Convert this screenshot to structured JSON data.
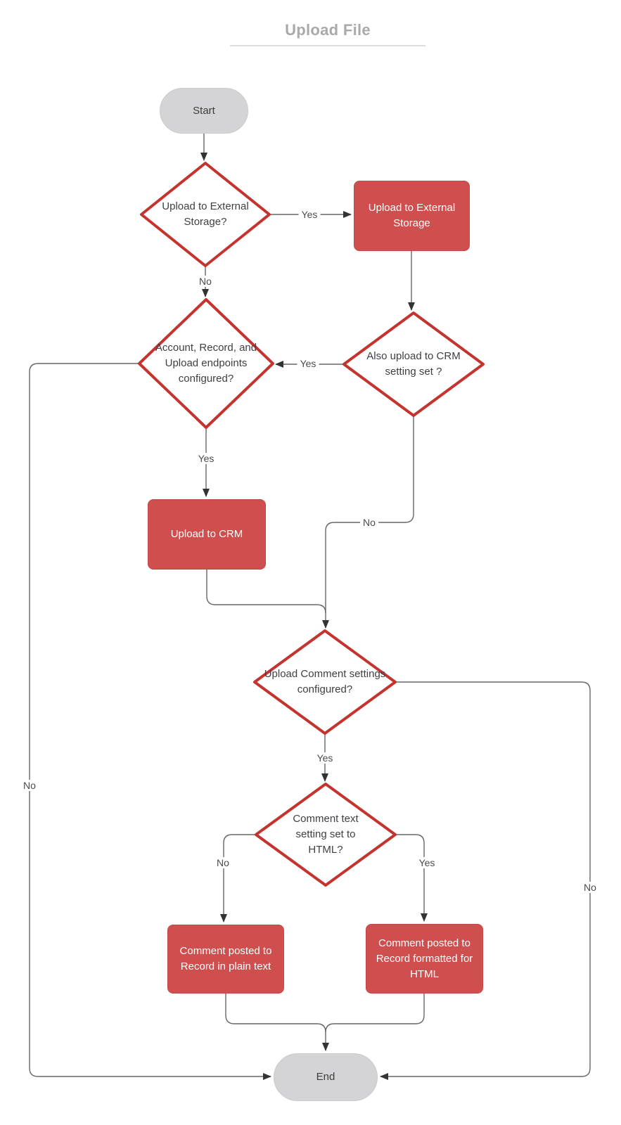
{
  "title": {
    "text": "Upload File"
  },
  "colors": {
    "canvas_bg": "#ffffff",
    "title_color": "#a9a9a9",
    "underline_color": "#dcdcdc",
    "line_color": "#666666",
    "arrow_color": "#333333",
    "decision_stroke": "#c4332d",
    "decision_fill": "#ffffff",
    "process_fill": "#cf4f4f",
    "process_border": "#c44747",
    "process_text": "#ffffff",
    "terminal_fill": "#d4d4d6",
    "terminal_border": "#c9cacc",
    "terminal_text": "#3c3c3c",
    "node_text": "#3f4045",
    "label_text": "#4b4b4b"
  },
  "nodes": {
    "start": {
      "type": "terminal",
      "label": "Start"
    },
    "decision_external_storage": {
      "type": "decision",
      "label": "Upload to External Storage?"
    },
    "process_upload_external": {
      "type": "process",
      "label": "Upload to External Storage"
    },
    "decision_endpoints": {
      "type": "decision",
      "label": "Account, Record, and Upload endpoints configured?"
    },
    "decision_crm_setting": {
      "type": "decision",
      "label": "Also upload to CRM setting set ?"
    },
    "process_upload_crm": {
      "type": "process",
      "label": "Upload to CRM"
    },
    "decision_comment_settings": {
      "type": "decision",
      "label": "Upload Comment settings configured?"
    },
    "decision_comment_html": {
      "type": "decision",
      "label": "Comment text setting set to HTML?"
    },
    "process_plain_text": {
      "type": "process",
      "label": "Comment posted to Record in plain text"
    },
    "process_html": {
      "type": "process",
      "label": "Comment posted to Record formatted for HTML"
    },
    "end": {
      "type": "terminal",
      "label": "End"
    }
  },
  "edge_labels": {
    "external_yes": "Yes",
    "external_no": "No",
    "crm_setting_yes": "Yes",
    "endpoints_yes": "Yes",
    "crm_setting_no": "No",
    "endpoints_no": "No",
    "comment_settings_yes": "Yes",
    "comment_settings_no": "No",
    "comment_html_no": "No",
    "comment_html_yes": "Yes"
  }
}
